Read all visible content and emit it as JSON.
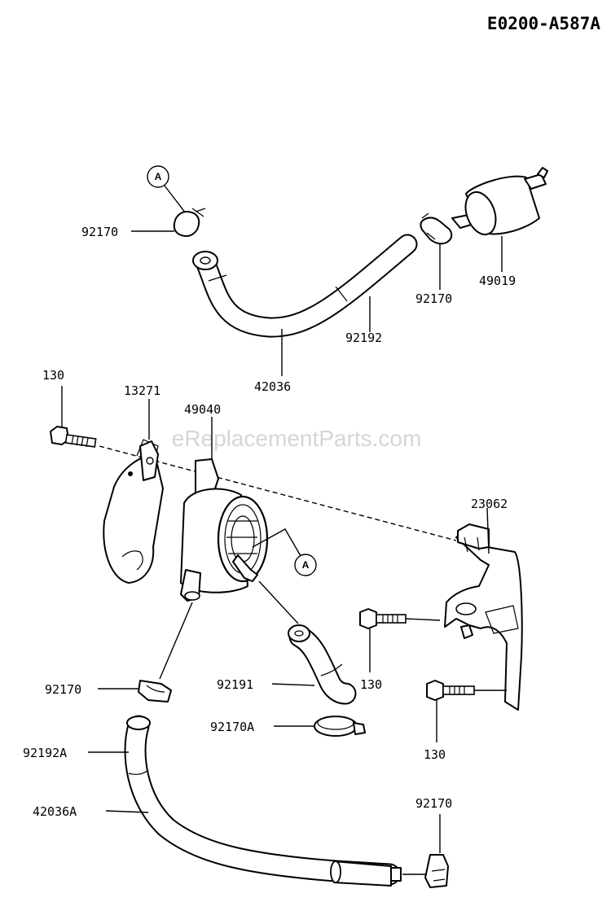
{
  "diagram_code": "E0200-A587A",
  "watermark": "eReplacementParts.com",
  "callout_letter": "A",
  "parts": {
    "clamp_top_left": "92170",
    "fuel_filter": "49019",
    "clamp_top_right": "92170",
    "hose_short_top": "92192",
    "hose_long_top": "42036",
    "bolt_upper_left": "130",
    "bracket_13271": "13271",
    "fuel_pump": "49040",
    "bracket_23062": "23062",
    "bolt_bracket_upper": "130",
    "bolt_bracket_lower": "130",
    "clamp_lower_left": "92170",
    "hose_elbow": "92191",
    "clamp_92170A": "92170A",
    "hose_92192A": "92192A",
    "hose_42036A": "42036A",
    "clamp_bottom_right": "92170"
  }
}
